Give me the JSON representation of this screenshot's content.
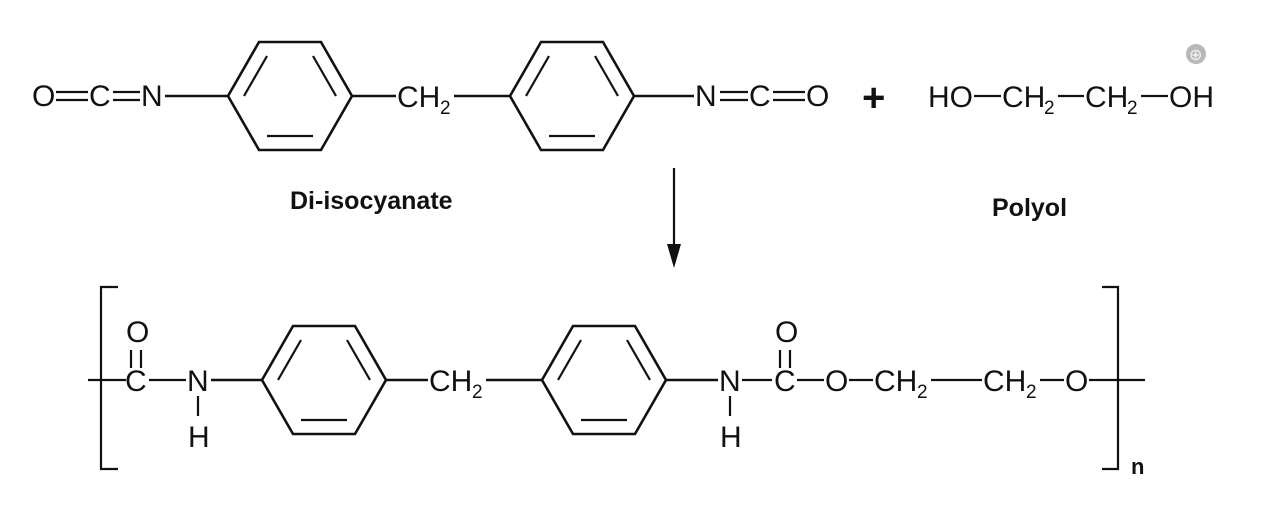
{
  "reactant1": {
    "left_o": "O",
    "left_c": "C",
    "left_n": "N",
    "bridge_ch": "CH",
    "bridge_sub": "2",
    "right_n": "N",
    "right_c": "C",
    "right_o": "O",
    "caption": "Di-isocyanate"
  },
  "plus": "+",
  "reactant2": {
    "ho": "HO",
    "ch_a": "CH",
    "sub_a": "2",
    "ch_b": "CH",
    "sub_b": "2",
    "oh": "OH",
    "caption": "Polyol"
  },
  "product": {
    "o1": "O",
    "c1": "C",
    "n1": "N",
    "h1": "H",
    "bridge_ch": "CH",
    "bridge_sub": "2",
    "n2": "N",
    "h2": "H",
    "c2": "C",
    "o2": "O",
    "o3": "O",
    "ch_a": "CH",
    "sub_a": "2",
    "ch_b": "CH",
    "sub_b": "2",
    "o4": "O",
    "repeat": "n"
  },
  "watermark": "⊕"
}
